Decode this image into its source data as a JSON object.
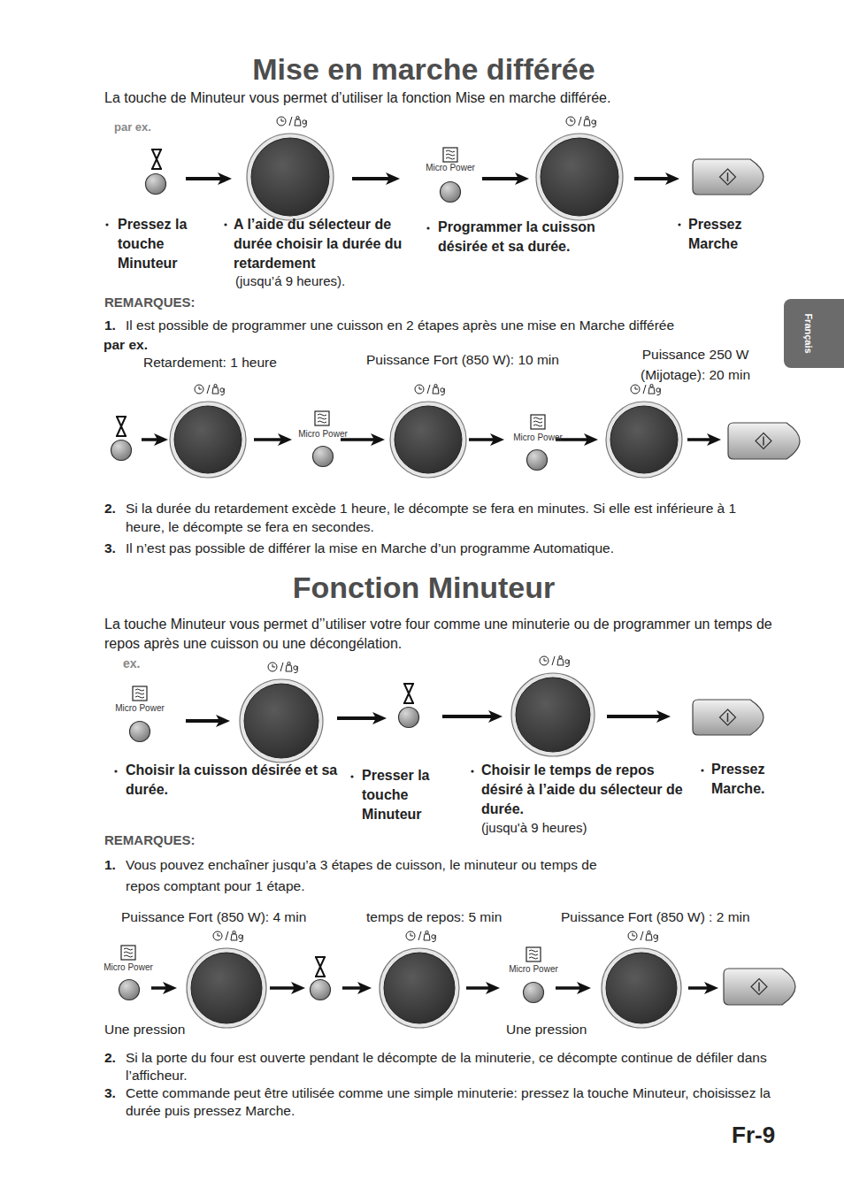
{
  "diagram": {
    "title": "Mise en marche différée",
    "labels": [
      "La touche de Minuteur vous permet d’utiliser la fonction Mise en marche différée.",
      "par ex.",
      "Micro Power",
      "Pressez la touche Minuteur",
      "A l’aide du sélecteur de durée choisir la durée du retardement",
      "(jusqu’á 9 heures).",
      "Programmer la cuisson désirée et sa durée.",
      "Pressez Marche",
      "REMARQUES:",
      "1.",
      "Il est possible de programmer une cuisson en 2 étapes après une mise en Marche différée",
      "par ex.",
      "Retardement: 1 heure",
      "Puissance Fort (850 W): 10 min",
      "Puissance 250 W (Mijotage): 20 min",
      "Micro Power",
      "Micro Power",
      "2.",
      "Si la durée du retardement excède 1 heure, le décompte  se fera en minutes. Si elle est inférieure à 1 heure, le décompte se fera en secondes.",
      "3.",
      "Il n’est pas possible de différer la mise en Marche d’un programme Automatique.",
      "Fonction Minuteur",
      "La touche Minuteur vous permet d’’utiliser votre four comme une minuterie ou de programmer un temps de repos après une cuisson ou une décongélation.",
      "ex.",
      "Micro Power",
      "Choisir la cuisson désirée et sa durée.",
      "Presser la touche Minuteur",
      "Choisir le temps de repos désiré à l’aide du sélecteur de durée.",
      "(jusqu'à 9 heures)",
      "Pressez Marche.",
      "REMARQUES:",
      "1.",
      "Vous pouvez enchaîner jusqu’a 3 étapes de cuisson, le minuteur ou temps de repos comptant pour 1 étape.",
      "Puissance Fort (850 W): 4 min",
      "temps de repos: 5 min",
      "Puissance Fort (850 W) : 2 min",
      "Micro Power",
      "Une pression",
      "Micro Power",
      "Une pression",
      "2.",
      "Si la porte du four est ouverte pendant le décompte de la minuterie, ce décompte continue de défiler dans l’afficheur.",
      "3.",
      "Cette commande peut être utilisée comme une simple minuterie: pressez la touche Minuteur, choisissez la durée puis pressez Marche.",
      "Français",
      "Fr-9"
    ]
  }
}
